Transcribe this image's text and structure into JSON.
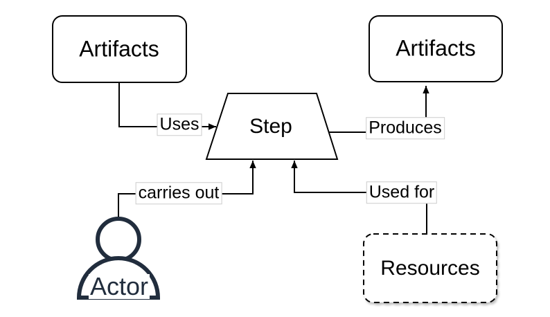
{
  "colors": {
    "background": "#ffffff",
    "connector_line": "#000000",
    "node_border": "#000000",
    "node_fill": "#ffffff",
    "actor_stroke": "#212d3d",
    "edge_label_bg": "#ffffff",
    "edge_label_border": "#cccccc"
  },
  "nodes": {
    "artifacts_left": {
      "label": "Artifacts",
      "shape": "rounded-rect"
    },
    "artifacts_right": {
      "label": "Artifacts",
      "shape": "rounded-rect"
    },
    "step": {
      "label": "Step",
      "shape": "trapezoid"
    },
    "resources": {
      "label": "Resources",
      "shape": "rounded-rect-dashed"
    },
    "actor": {
      "label": "Actor",
      "shape": "person"
    }
  },
  "edges": {
    "uses": {
      "label": "Uses",
      "from": "artifacts_left",
      "to": "step"
    },
    "produces": {
      "label": "Produces",
      "from": "step",
      "to": "artifacts_right"
    },
    "carries_out": {
      "label": "carries out",
      "from": "actor",
      "to": "step"
    },
    "used_for": {
      "label": "Used for",
      "from": "resources",
      "to": "step"
    }
  }
}
